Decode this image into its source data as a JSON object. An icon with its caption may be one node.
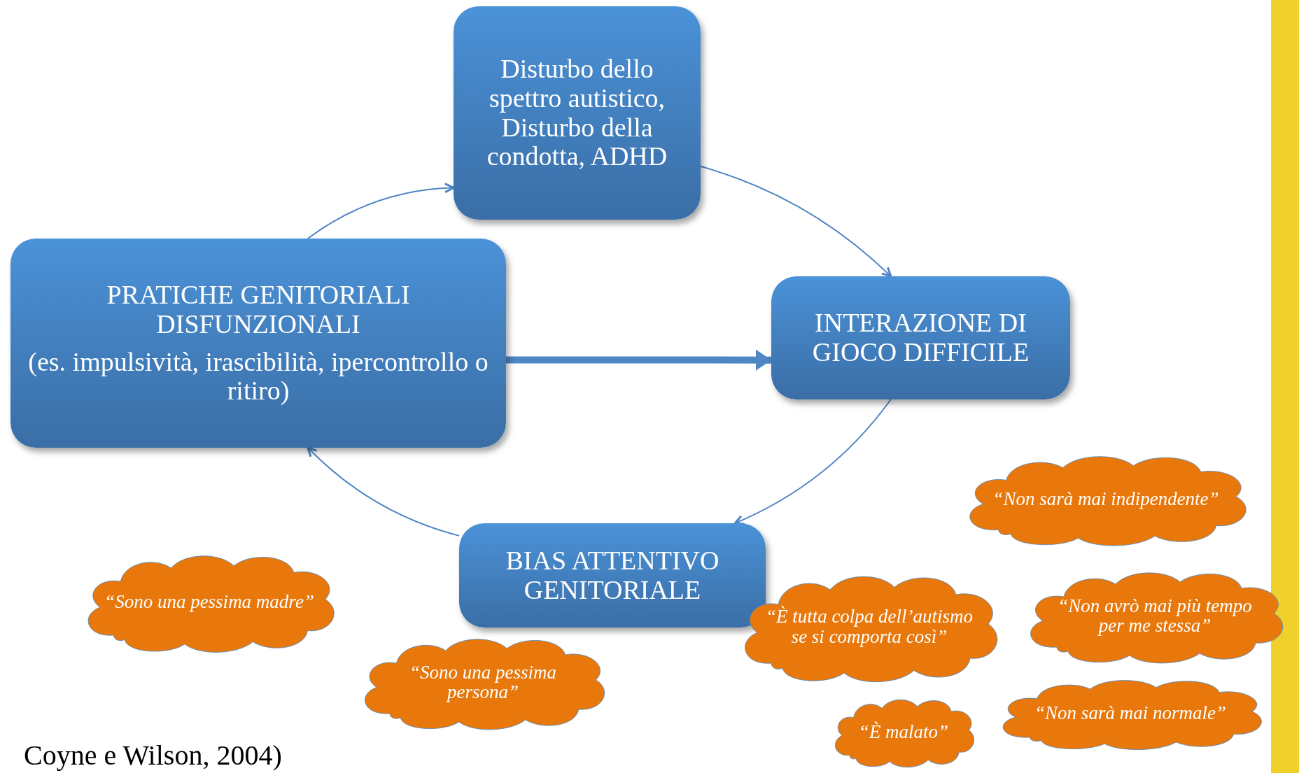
{
  "diagram": {
    "nodes": [
      {
        "text": [
          "Disturbo dello spettro autistico, Disturbo della condotta, ADHD"
        ]
      },
      {
        "text": [
          "PRATICHE GENITORIALI DISFUNZIONALI",
          "(es. impulsività, irascibilità, ipercontrollo o ritiro)"
        ]
      },
      {
        "text": [
          "INTERAZIONE DI GIOCO DIFFICILE"
        ]
      },
      {
        "text": [
          "BIAS ATTENTIVO GENITORIALE"
        ]
      },
      {
        "text": [
          "“Non sarà mai indipendente”"
        ]
      },
      {
        "text": [
          "“Sono una pessima madre”"
        ]
      },
      {
        "text": [
          "“È tutta colpa dell’autismo se si comporta così”"
        ]
      },
      {
        "text": [
          "“Non avrò mai più tempo per me stessa”"
        ]
      },
      {
        "text": [
          "“Sono una pessima persona”"
        ]
      },
      {
        "text": [
          "“È malato”"
        ]
      },
      {
        "text": [
          "“Non sarà mai normale”"
        ]
      }
    ],
    "edges": [
      {
        "from": 1,
        "to": 0,
        "arrow": "to"
      },
      {
        "from": 0,
        "to": 2,
        "arrow": "to"
      },
      {
        "from": 1,
        "to": 2,
        "arrow": "to",
        "style": "thick"
      },
      {
        "from": 2,
        "to": 3,
        "arrow": "to"
      },
      {
        "from": 3,
        "to": 1,
        "arrow": "to"
      }
    ],
    "labels": [
      "Coyne e Wilson, 2004)"
    ]
  }
}
